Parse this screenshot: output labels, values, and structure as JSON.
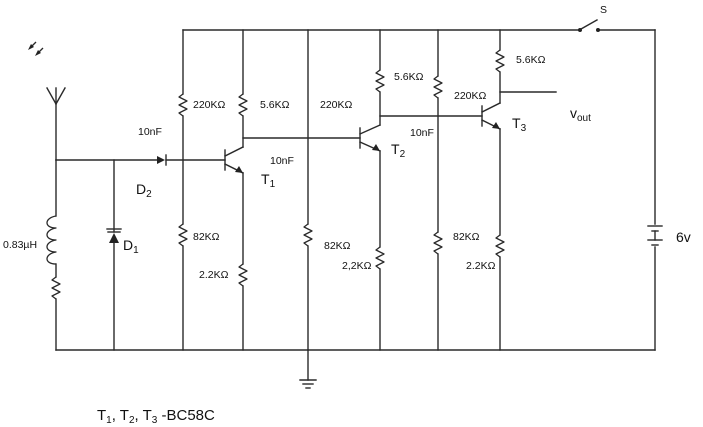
{
  "components": {
    "switch": "S",
    "r_top": [
      "220KΩ",
      "5.6KΩ",
      "220KΩ",
      "5.6KΩ",
      "220KΩ",
      "5.6KΩ"
    ],
    "r_bottom": [
      "82KΩ",
      "2.2KΩ",
      "82KΩ",
      "2,2KΩ",
      "82KΩ",
      "2.2KΩ"
    ],
    "caps": [
      "10nF",
      "10nF",
      "10nF"
    ],
    "inductor": "0.83µH",
    "diode1": {
      "main": "D",
      "sub": "1"
    },
    "diode2": {
      "main": "D",
      "sub": "2"
    },
    "t1": {
      "main": "T",
      "sub": "1"
    },
    "t2": {
      "main": "T",
      "sub": "2"
    },
    "t3": {
      "main": "T",
      "sub": "3"
    },
    "vout": {
      "main": "v",
      "sub": "out"
    },
    "battery": "6v"
  },
  "footnote": {
    "p1": "T",
    "s1": "1",
    "p2": ", T",
    "s2": "2",
    "p3": ", T",
    "s3": "3",
    "p4": " -BC58C"
  }
}
